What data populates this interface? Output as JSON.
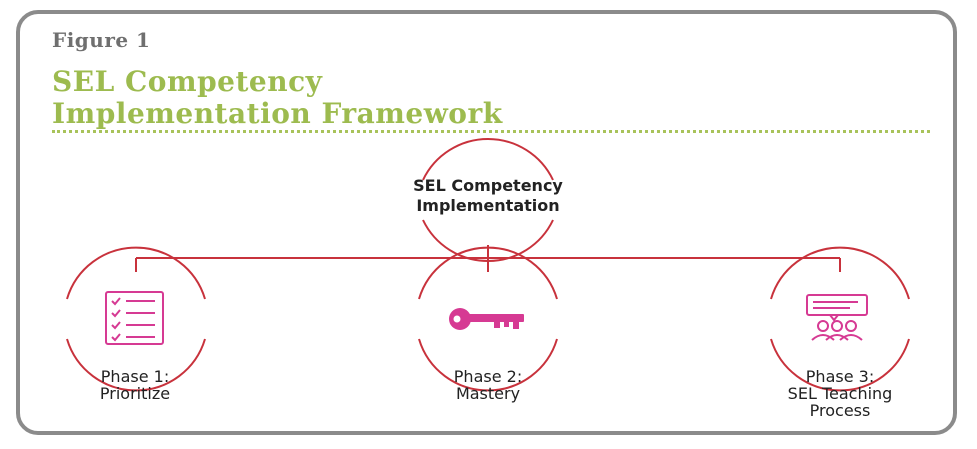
{
  "figure": {
    "label": "Figure 1",
    "title_line1": "SEL Competency",
    "title_line2": "Implementation Framework"
  },
  "colors": {
    "border": "#8b8b8b",
    "title_green": "#9dbb4f",
    "line_red": "#c8323c",
    "icon_magenta": "#d63a93"
  },
  "diagram": {
    "root": {
      "line1": "SEL Competency",
      "line2": "Implementation"
    },
    "phases": [
      {
        "line1": "Phase 1:",
        "line2": "Prioritize",
        "line3": "",
        "icon": "checklist-icon"
      },
      {
        "line1": "Phase 2:",
        "line2": "Mastery",
        "line3": "",
        "icon": "key-icon"
      },
      {
        "line1": "Phase 3:",
        "line2": "SEL Teaching",
        "line3": "Process",
        "icon": "teacher-students-icon"
      }
    ]
  }
}
